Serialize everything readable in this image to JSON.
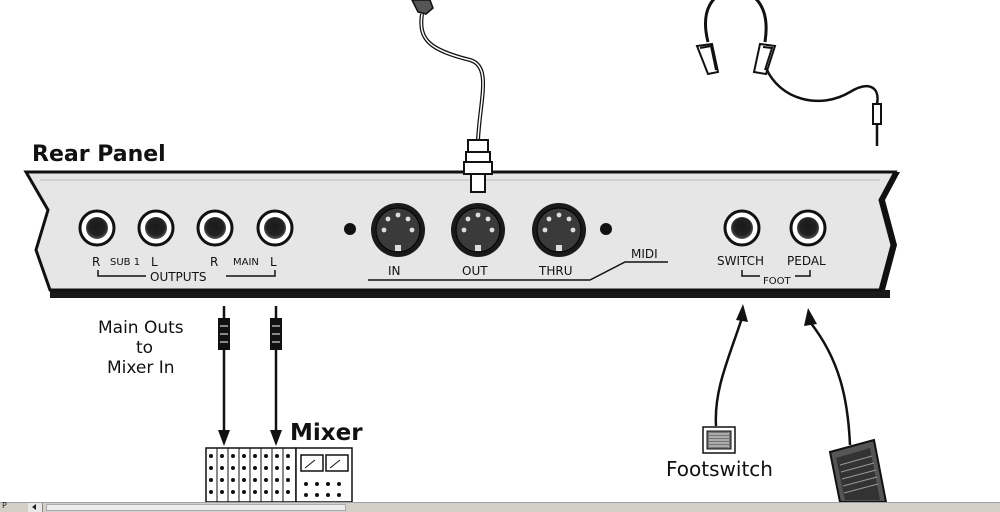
{
  "title": "Rear Panel",
  "outputs": {
    "group_label": "OUTPUTS",
    "sub_label": "SUB 1",
    "main_label": "MAIN",
    "jack_labels": [
      "R",
      "L",
      "R",
      "L"
    ]
  },
  "midi": {
    "group_label": "MIDI",
    "ports": [
      "IN",
      "OUT",
      "THRU"
    ]
  },
  "foot": {
    "group_label": "FOOT",
    "jacks": [
      "SWITCH",
      "PEDAL"
    ]
  },
  "annotations": {
    "main_outs_line1": "Main Outs",
    "main_outs_line2": "to",
    "main_outs_line3": "Mixer In",
    "mixer": "Mixer",
    "footswitch": "Footswitch"
  },
  "scrollbar": {
    "left_label": "P"
  }
}
